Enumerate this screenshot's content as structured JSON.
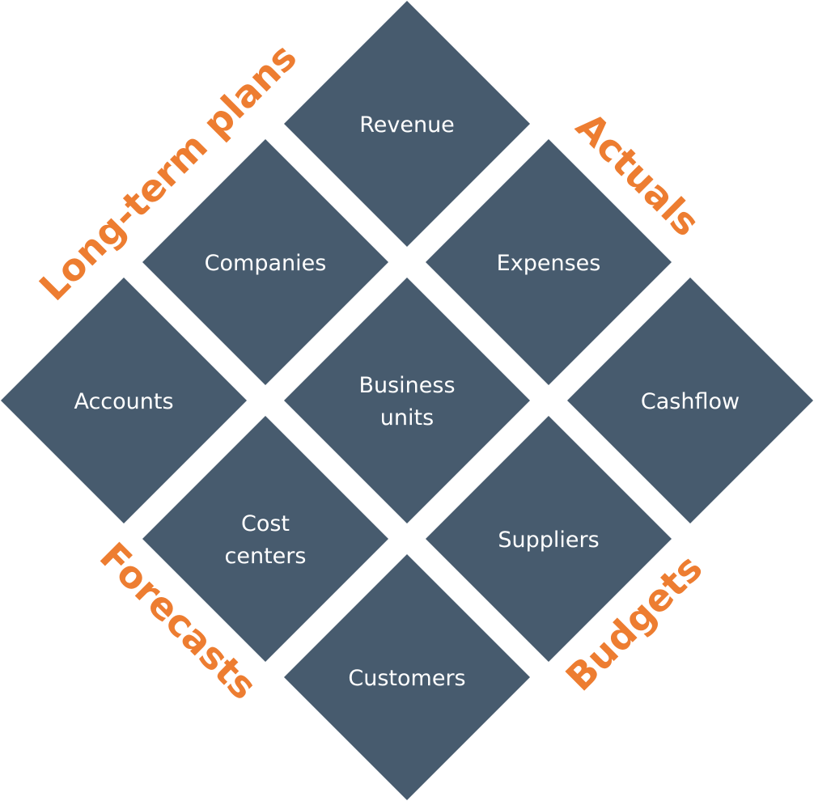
{
  "accent_color": "#ed7d31",
  "tile_color": "#475b6e",
  "tiles": [
    {
      "id": "revenue",
      "row": 0,
      "col": 0,
      "lines": [
        "Revenue"
      ]
    },
    {
      "id": "expenses",
      "row": 0,
      "col": 1,
      "lines": [
        "Expenses"
      ]
    },
    {
      "id": "cashflow",
      "row": 0,
      "col": 2,
      "lines": [
        "Cashflow"
      ]
    },
    {
      "id": "companies",
      "row": 1,
      "col": 0,
      "lines": [
        "Companies"
      ]
    },
    {
      "id": "business-units",
      "row": 1,
      "col": 1,
      "lines": [
        "Business",
        "units"
      ]
    },
    {
      "id": "suppliers",
      "row": 1,
      "col": 2,
      "lines": [
        "Suppliers"
      ]
    },
    {
      "id": "accounts",
      "row": 2,
      "col": 0,
      "lines": [
        "Accounts"
      ]
    },
    {
      "id": "cost-centers",
      "row": 2,
      "col": 1,
      "lines": [
        "Cost",
        "centers"
      ]
    },
    {
      "id": "customers",
      "row": 2,
      "col": 2,
      "lines": [
        "Customers"
      ]
    }
  ],
  "side_labels": {
    "top_left": "Long-term plans",
    "top_right": "Actuals",
    "bottom_left": "Forecasts",
    "bottom_right": "Budgets"
  }
}
